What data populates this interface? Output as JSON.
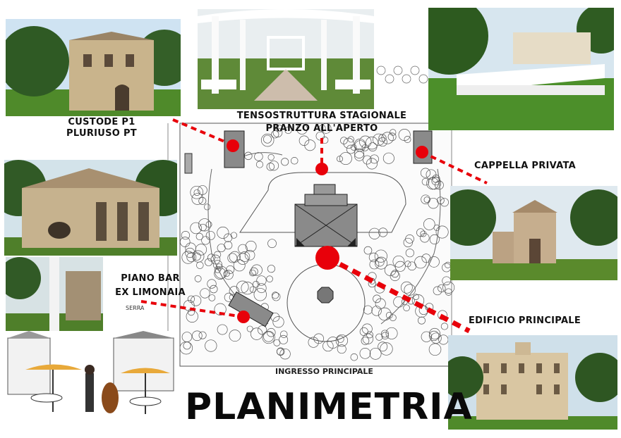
{
  "title": "PLANIMETRIA",
  "entrance_label": "INGRESSO PRINCIPALE",
  "serra_label": "SERRA",
  "labels": {
    "custode_line1": "CUSTODE P1",
    "custode_line2": "PLURIUSO PT",
    "tenso_line1": "TENSOSTRUTTURA STAGIONALE",
    "tenso_line2": "PRANZO ALL'APERTO",
    "cappella": "CAPPELLA PRIVATA",
    "piano_line1": "PIANO BAR",
    "piano_line2": "EX LIMONAIA",
    "edificio": "EDIFICIO PRINCIPALE"
  },
  "colors": {
    "marker": "#e8000a",
    "plan_line": "#333333",
    "grass": "#4f8a2a",
    "sky": "#cfe3f2"
  }
}
